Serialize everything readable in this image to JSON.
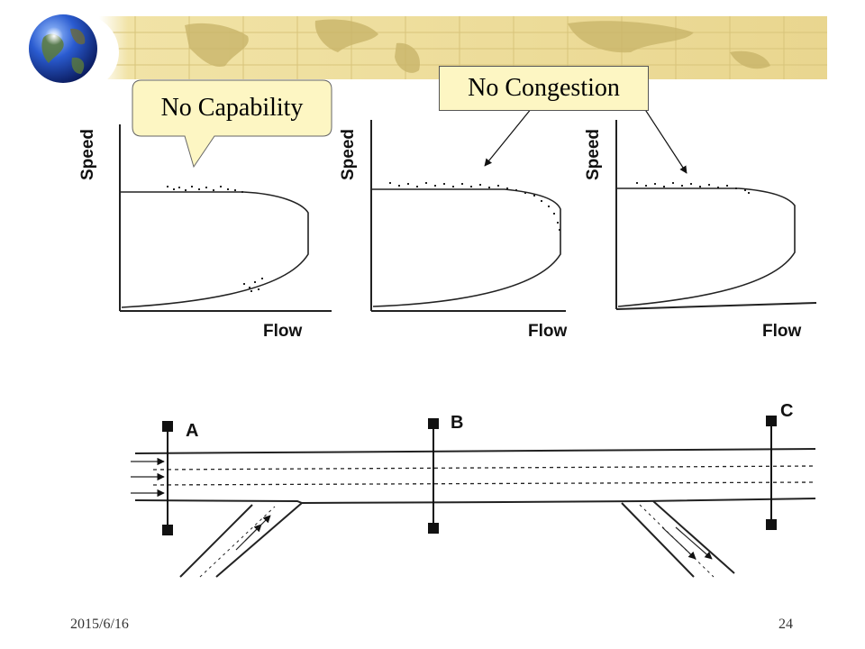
{
  "callouts": {
    "capability": "No Capability",
    "congestion": "No Congestion"
  },
  "plots": [
    {
      "xlabel": "Flow",
      "ylabel": "Speed"
    },
    {
      "xlabel": "Flow",
      "ylabel": "Speed"
    },
    {
      "xlabel": "Flow",
      "ylabel": "Speed"
    }
  ],
  "stations": {
    "a": "A",
    "b": "B",
    "c": "C"
  },
  "footer": {
    "date": "2015/6/16",
    "page": "24"
  },
  "colors": {
    "banner": "#e9d68f",
    "callout_fill": "#fdf6c3",
    "map_land": "#c9b56a"
  },
  "icons": {
    "globe": "globe-icon"
  }
}
